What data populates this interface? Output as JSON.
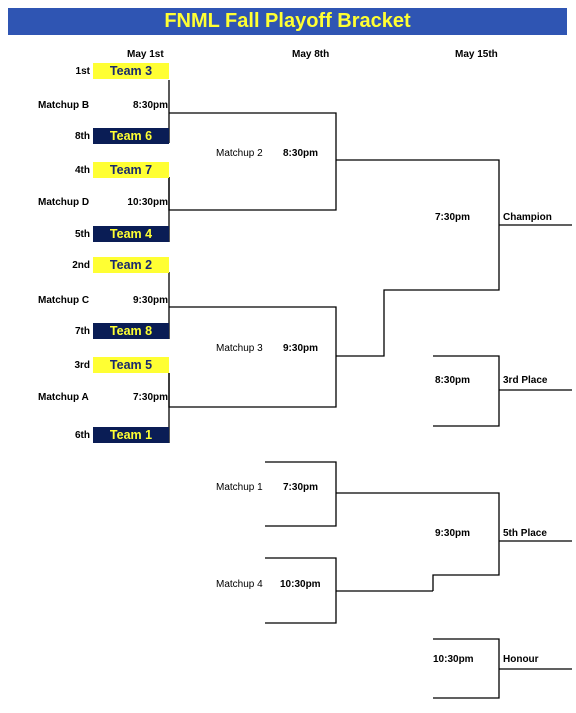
{
  "title": "FNML Fall Playoff Bracket",
  "columns": {
    "col1": "May 1st",
    "col2": "May 8th",
    "col3": "May 15th"
  },
  "round1": [
    {
      "top_seed": "1st",
      "top_team": "Team 3",
      "matchup": "Matchup B",
      "time": "8:30pm",
      "bottom_seed": "8th",
      "bottom_team": "Team 6"
    },
    {
      "top_seed": "4th",
      "top_team": "Team 7",
      "matchup": "Matchup D",
      "time": "10:30pm",
      "bottom_seed": "5th",
      "bottom_team": "Team 4"
    },
    {
      "top_seed": "2nd",
      "top_team": "Team 2",
      "matchup": "Matchup C",
      "time": "9:30pm",
      "bottom_seed": "7th",
      "bottom_team": "Team 8"
    },
    {
      "top_seed": "3rd",
      "top_team": "Team 5",
      "matchup": "Matchup A",
      "time": "7:30pm",
      "bottom_seed": "6th",
      "bottom_team": "Team 1"
    }
  ],
  "round2": [
    {
      "matchup": "Matchup 2",
      "time": "8:30pm"
    },
    {
      "matchup": "Matchup 3",
      "time": "9:30pm"
    },
    {
      "matchup": "Matchup 1",
      "time": "7:30pm"
    },
    {
      "matchup": "Matchup 4",
      "time": "10:30pm"
    }
  ],
  "round3": [
    {
      "time": "7:30pm",
      "label": "Champion"
    },
    {
      "time": "8:30pm",
      "label": "3rd Place"
    },
    {
      "time": "9:30pm",
      "label": "5th Place"
    },
    {
      "time": "10:30pm",
      "label": "Honour"
    }
  ]
}
